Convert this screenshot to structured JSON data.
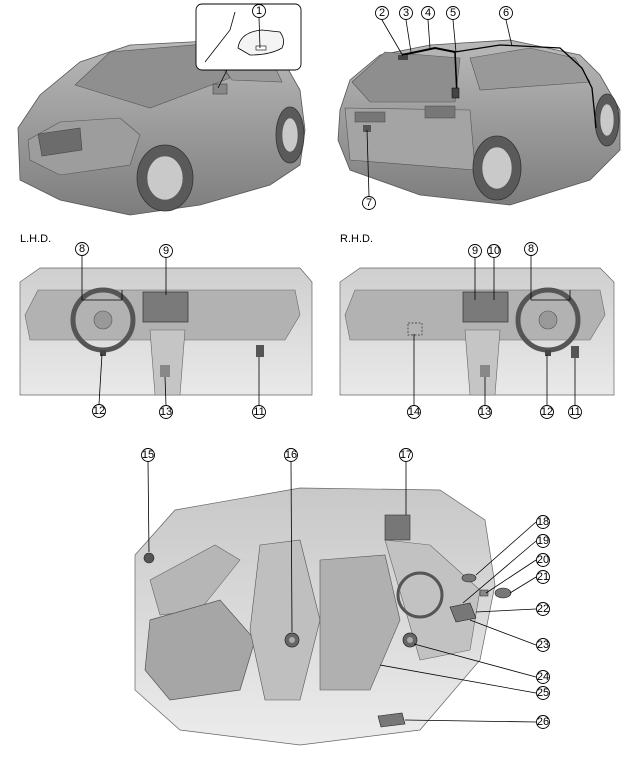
{
  "labels": {
    "lhd": "L.H.D.",
    "rhd": "R.H.D."
  },
  "callouts": {
    "c1": "1",
    "c2": "2",
    "c3": "3",
    "c4": "4",
    "c5": "5",
    "c6": "6",
    "c7": "7",
    "c8a": "8",
    "c9a": "9",
    "c11a": "11",
    "c12a": "12",
    "c13a": "13",
    "c9b": "9",
    "c10": "10",
    "c8b": "8",
    "c14": "14",
    "c13b": "13",
    "c12b": "12",
    "c11b": "11",
    "c15": "15",
    "c16": "16",
    "c17": "17",
    "c18": "18",
    "c19": "19",
    "c20": "20",
    "c21": "21",
    "c22": "22",
    "c23": "23",
    "c24": "24",
    "c25": "25",
    "c26": "26"
  }
}
